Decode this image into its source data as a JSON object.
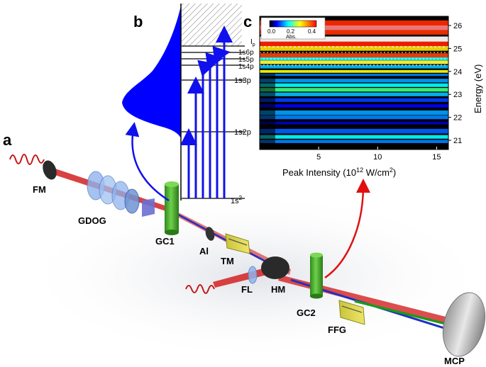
{
  "panels": {
    "a": "a",
    "b": "b",
    "c": "c"
  },
  "components": {
    "fm": "FM",
    "gdog": "GDOG",
    "gc1": "GC1",
    "al": "Al",
    "tm": "TM",
    "fl": "FL",
    "hm": "HM",
    "gc2": "GC2",
    "ffg": "FFG",
    "mcp": "MCP"
  },
  "levels": {
    "ground": "1s",
    "ground_sup": "2",
    "s2p": "1s2p",
    "s3p": "1s3p",
    "s4p": "1s4p",
    "s5p": "1s5p",
    "s6p": "1s6p",
    "ip": "I",
    "ip_sub": "p"
  },
  "colorbar": {
    "min": "0.0",
    "mid": "0.2",
    "max": "0.4",
    "label": "Abs."
  },
  "chart_data": {
    "type": "heatmap",
    "xlabel": "Peak Intensity (10",
    "xlabel_sup": "12",
    "xlabel_tail": " W/cm",
    "xlabel_sup2": "2",
    "xlabel_end": ")",
    "ylabel": "Energy (eV)",
    "xlim": [
      0,
      16
    ],
    "ylim": [
      20.6,
      26.4
    ],
    "x_ticks": [
      "5",
      "10",
      "15"
    ],
    "y_ticks": [
      "21",
      "22",
      "23",
      "24",
      "25",
      "26"
    ],
    "colorscale": [
      "#00007f",
      "#0000ff",
      "#00ffff",
      "#ffff00",
      "#ff0000"
    ]
  },
  "colors": {
    "ir_beam": "#d42020",
    "xuv_beam": "#2030c0",
    "green_beam": "#1a9a1a",
    "arrow_blue": "#1010ee",
    "arrow_red": "#e01010"
  }
}
